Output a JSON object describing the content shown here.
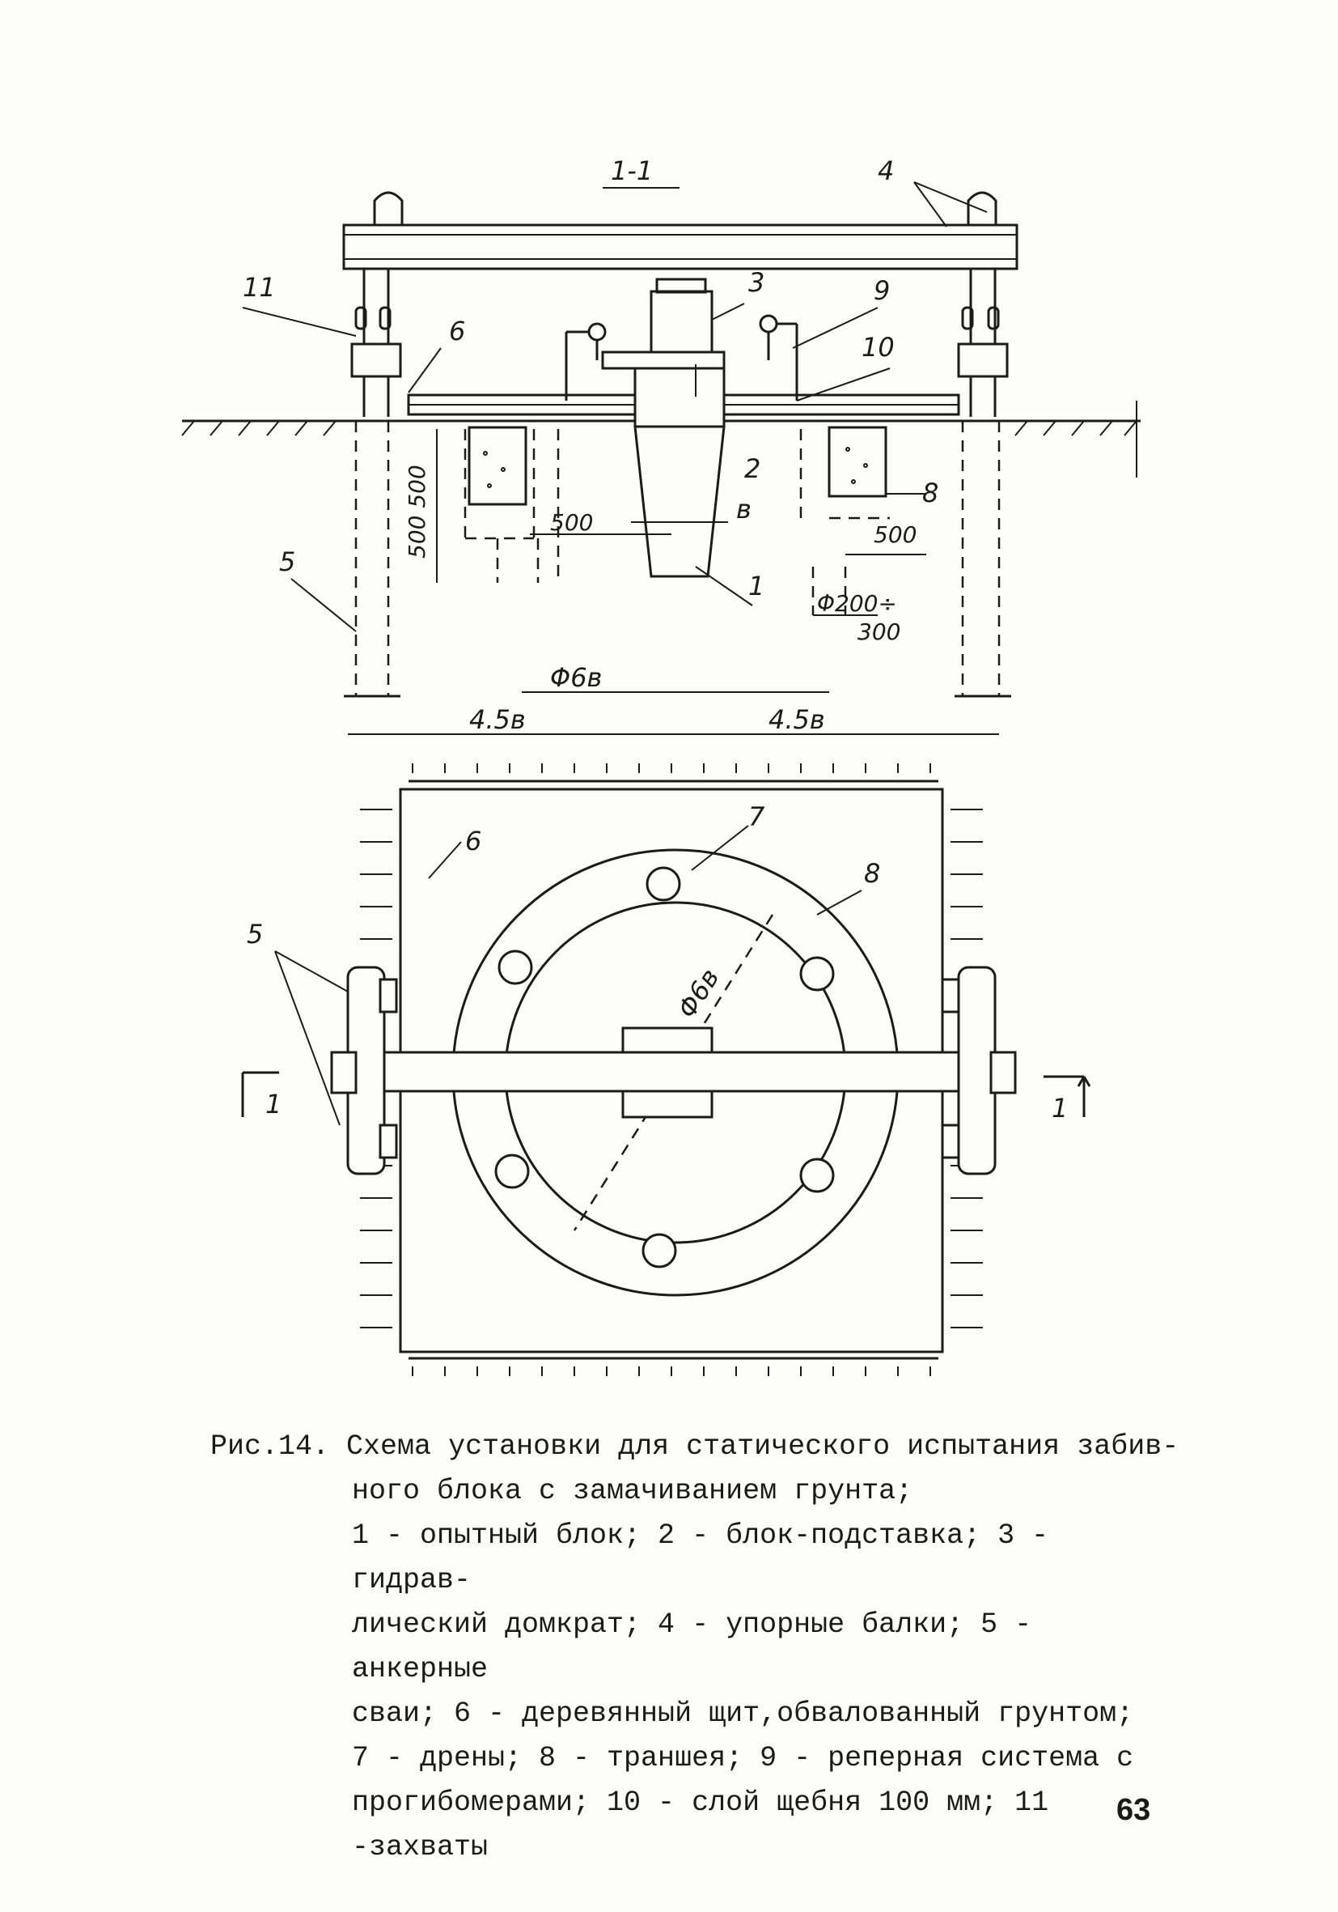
{
  "section": {
    "mark": "1-1",
    "labels": {
      "l1": "1",
      "l2": "2",
      "l3": "3",
      "l4": "4",
      "l5": "5",
      "l6": "6",
      "l8": "8",
      "l9": "9",
      "l10": "10",
      "l11": "11",
      "lb": "в"
    },
    "dims": {
      "d500_500": "500 500",
      "d500_left": "500",
      "d500_right": "500",
      "dia_pit_top": "Φ200÷",
      "dia_pit_bot": "300",
      "dia_6b": "Φ6в",
      "half_span_left": "4.5в",
      "half_span_right": "4.5в"
    }
  },
  "plan": {
    "labels": {
      "l5": "5",
      "l6": "6",
      "l7": "7",
      "l8": "8"
    },
    "dia": "Φ6в",
    "section_mark_left": "1",
    "section_mark_right": "1"
  },
  "caption": {
    "prefix": "Рис.14.",
    "lines": [
      "Схема установки для статического испытания забив-",
      "ного блока с замачиванием грунта;",
      "1 - опытный блок; 2 - блок-подставка; 3 - гидрав-",
      "лический домкрат; 4 - упорные балки; 5 - анкерные",
      "сваи; 6 - деревянный щит,обвалованный грунтом;",
      "7 - дрены; 8 - траншея; 9 - реперная система с",
      "прогибомерами; 10 - слой щебня 100 мм; 11 -захваты"
    ]
  },
  "page_number": "63"
}
